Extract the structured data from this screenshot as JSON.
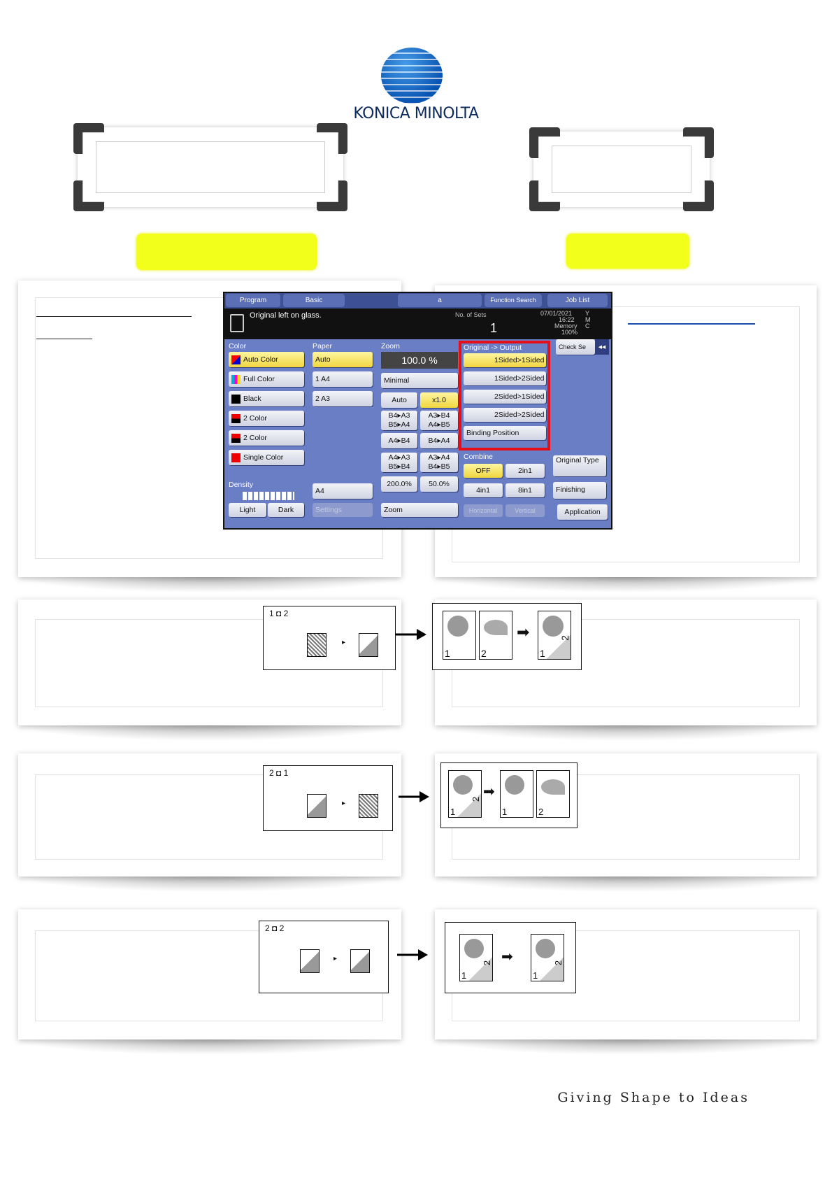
{
  "logo": {
    "brand": "KONICA MINOLTA"
  },
  "panel": {
    "tabs": [
      "Program",
      "Basic",
      "a",
      "Function Search",
      "Job List"
    ],
    "message": "Original left on glass.",
    "sets_label": "No. of Sets",
    "sets_value": "1",
    "datetime_date": "07/01/2021",
    "datetime_time": "16:22",
    "memory_label": "Memory",
    "memory_value": "100%",
    "toner": [
      "Y",
      "M",
      "C"
    ],
    "check_settings": "Check Se",
    "color": {
      "title": "Color",
      "items": [
        "Auto Color",
        "Full Color",
        "Black",
        "2 Color",
        "2 Color",
        "Single Color"
      ],
      "selected": "Auto Color"
    },
    "density": {
      "title": "Density",
      "light": "Light",
      "dark": "Dark"
    },
    "paper": {
      "title": "Paper",
      "items": [
        "Auto",
        "1  A4",
        "2  A3"
      ],
      "selected": "Auto",
      "bypass": "A4",
      "settings": "Settings"
    },
    "zoom": {
      "title": "Zoom",
      "value": "100.0 %",
      "minimal": "Minimal",
      "auto": "Auto",
      "x10": "x1.0",
      "presets": [
        "B4▸A3\nB5▸A4",
        "A3▸B4\nA4▸B5",
        "A4▸B4",
        "B4▸A4",
        "A4▸A3\nB5▸B4",
        "A3▸A4\nB4▸B5",
        "200.0%",
        "50.0%"
      ],
      "zoom_btn": "Zoom"
    },
    "original_output": {
      "title": "Original -> Output",
      "items": [
        "1Sided>1Sided",
        "1Sided>2Sided",
        "2Sided>1Sided",
        "2Sided>2Sided"
      ],
      "selected": "1Sided>1Sided",
      "binding": "Binding Position"
    },
    "combine": {
      "title": "Combine",
      "items": [
        "OFF",
        "2in1",
        "4in1",
        "8in1"
      ],
      "selected": "OFF",
      "horizontal": "Horizontal",
      "vertical": "Vertical"
    },
    "right": {
      "original_type": "Original Type",
      "finishing": "Finishing",
      "application": "Application"
    }
  },
  "diagrams": [
    {
      "label_from": "1",
      "label_to": "2",
      "pages_in": [
        "1",
        "2"
      ],
      "pages_out": [
        "1",
        "2"
      ]
    },
    {
      "label_from": "2",
      "label_to": "1",
      "pages_in": [
        "1",
        "2"
      ],
      "pages_out": [
        "1",
        "2"
      ]
    },
    {
      "label_from": "2",
      "label_to": "2",
      "pages_in": [
        "1",
        "2"
      ],
      "pages_out": [
        "1",
        "2"
      ]
    }
  ],
  "footer": {
    "tagline": "Giving Shape to Ideas"
  },
  "colors": {
    "highlight": "#f2ff1a",
    "panel_bg": "#6a7ec6",
    "selected_btn": "#f0d640",
    "red_box": "#e3101a",
    "brand_blue": "#0b63c6"
  }
}
